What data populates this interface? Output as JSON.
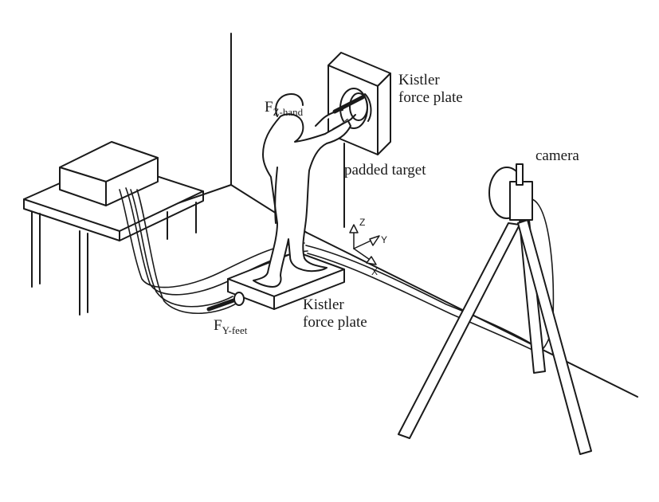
{
  "labels": {
    "force_plate_wall": [
      "Kistler",
      "force plate"
    ],
    "force_plate_floor": [
      "Kistler",
      "force plate"
    ],
    "padded_target": "padded target",
    "camera": "camera",
    "f_z_hand": {
      "main": "F",
      "sub": "Z-hand"
    },
    "f_y_feet": {
      "main": "F",
      "sub": "Y-feet"
    },
    "axes": {
      "z": "Z",
      "y": "Y",
      "x": "X"
    }
  }
}
